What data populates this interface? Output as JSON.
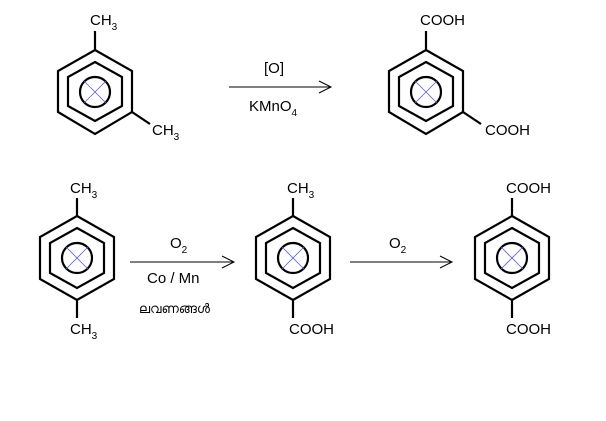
{
  "reaction1": {
    "reactant": {
      "sub1": {
        "base": "CH",
        "sub": "3"
      },
      "sub2": {
        "base": "CH",
        "sub": "3"
      }
    },
    "arrow": {
      "above": "[O]",
      "below": {
        "base": "KMnO",
        "sub": "4"
      }
    },
    "product": {
      "sub1": "COOH",
      "sub2": "COOH"
    }
  },
  "reaction2": {
    "reactant": {
      "sub1": {
        "base": "CH",
        "sub": "3"
      },
      "sub2": {
        "base": "CH",
        "sub": "3"
      }
    },
    "arrow1": {
      "above": {
        "base": "O",
        "sub": "2"
      },
      "below": "Co / Mn",
      "below2": "ലവണങ്ങൾ"
    },
    "intermediate": {
      "sub1": {
        "base": "CH",
        "sub": "3"
      },
      "sub2": "COOH"
    },
    "arrow2": {
      "above": {
        "base": "O",
        "sub": "2"
      }
    },
    "product": {
      "sub1": "COOH",
      "sub2": "COOH"
    }
  }
}
